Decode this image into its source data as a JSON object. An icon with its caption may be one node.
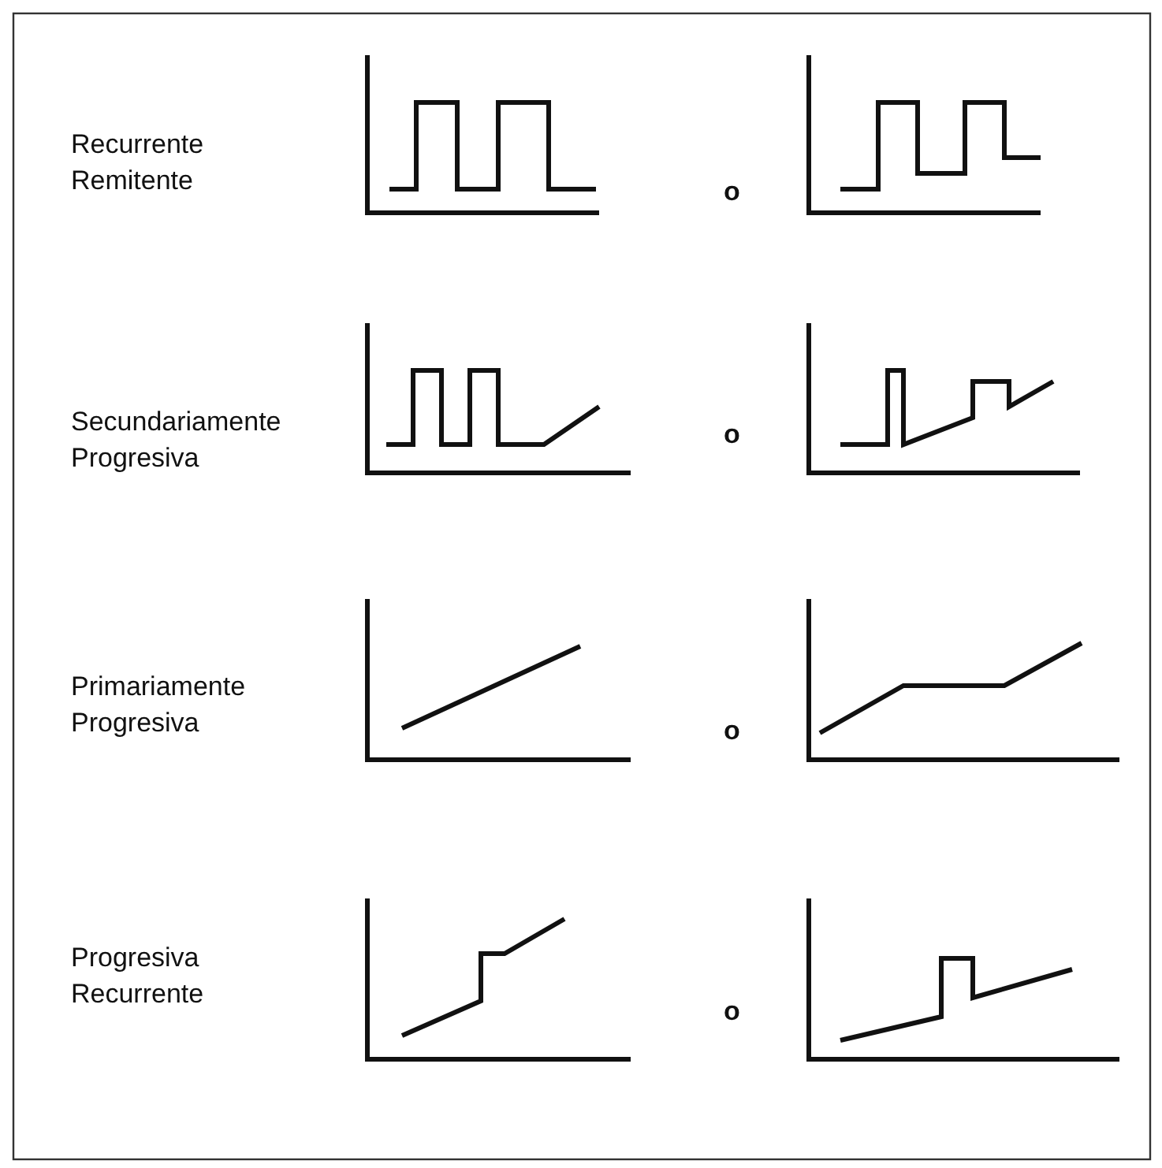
{
  "diagram": {
    "labels": [
      "Recurrente Remitente",
      "o",
      "Secundariamente Progresiva",
      "o",
      "Primariamente Progresiva",
      "o",
      "Progresiva Recurrente",
      "o"
    ]
  }
}
